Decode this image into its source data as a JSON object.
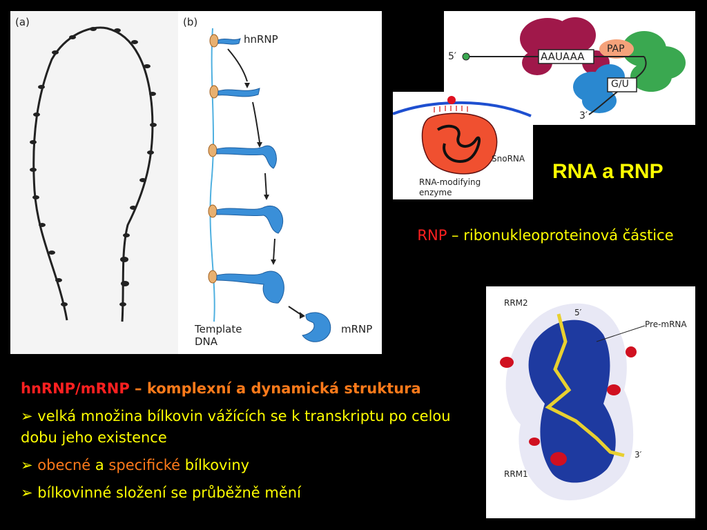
{
  "title": "RNA a RNP",
  "definition": {
    "term": "RNP",
    "rest": "– ribonukleoproteinová částice"
  },
  "figure_a": {
    "label": "(a)"
  },
  "figure_b": {
    "label": "(b)",
    "hnrnp": "hnRNP",
    "mrnp": "mRNP",
    "template_line1": "Template",
    "template_line2": "DNA"
  },
  "polyA": {
    "five": "5′",
    "three": "3′",
    "signal": "AAUAAA",
    "pap": "PAP",
    "gu": "G/U"
  },
  "snorna": {
    "snorna": "SnoRNA",
    "enzyme_line1": "RNA-modifying",
    "enzyme_line2": "enzyme"
  },
  "rrm": {
    "rrm2": "RRM2",
    "rrm1": "RRM1",
    "five": "5′",
    "three": "3′",
    "premrna": "Pre-mRNA"
  },
  "bullets": {
    "heading_term": "hnRNP/mRNP",
    "heading_rest": "– komplexní a dynamická struktura",
    "arrow": "➢",
    "item1": "velká množina bílkovin vážících se k transkriptu po celou dobu jeho existence",
    "item2_a": "obecné",
    "item2_b": "a",
    "item2_c": "specifické",
    "item2_d": "bílkoviny",
    "item3": "bílkovinné složení se průběžně mění"
  },
  "colors": {
    "background": "#000000",
    "title_yellow": "#ffff00",
    "accent_red": "#ff2020",
    "accent_orange": "#ff7a1a"
  }
}
